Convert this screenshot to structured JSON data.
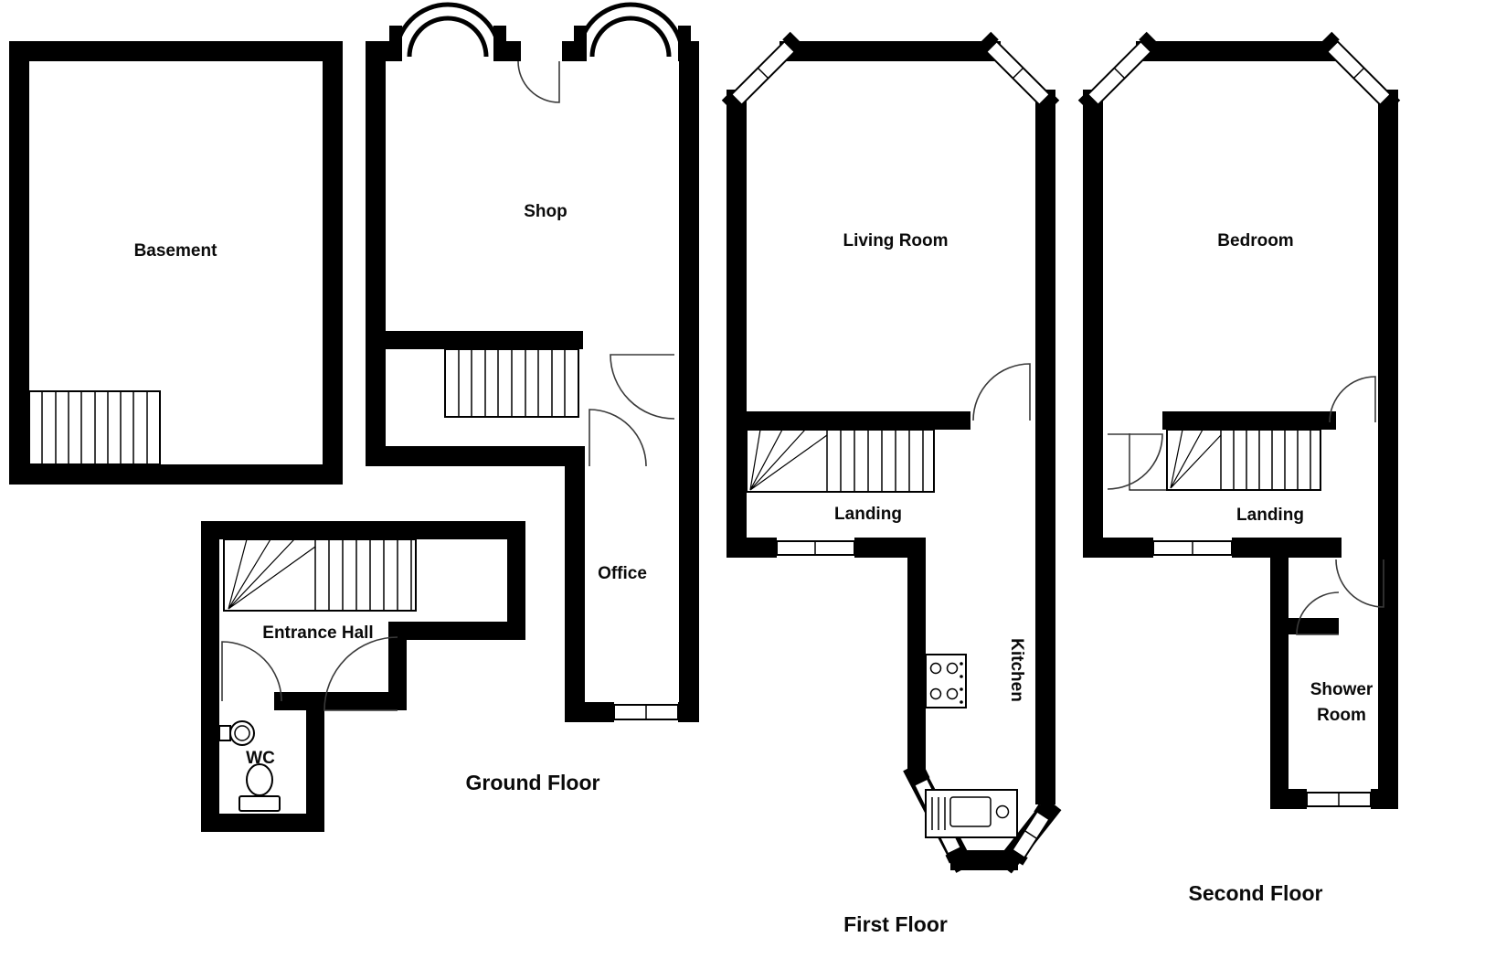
{
  "floorplan": {
    "background_color": "#ffffff",
    "wall_color": "#000000",
    "text_color": "#0a0a0a",
    "basement": {
      "rooms": {
        "basement": "Basement"
      }
    },
    "ground_floor": {
      "title": "Ground Floor",
      "rooms": {
        "shop": "Shop",
        "office": "Office",
        "entrance_hall": "Entrance Hall",
        "wc": "WC"
      }
    },
    "first_floor": {
      "title": "First Floor",
      "rooms": {
        "living_room": "Living Room",
        "landing": "Landing",
        "kitchen": "Kitchen"
      }
    },
    "second_floor": {
      "title": "Second Floor",
      "rooms": {
        "bedroom": "Bedroom",
        "landing": "Landing",
        "shower_room": {
          "line1": "Shower",
          "line2": "Room"
        }
      }
    }
  }
}
